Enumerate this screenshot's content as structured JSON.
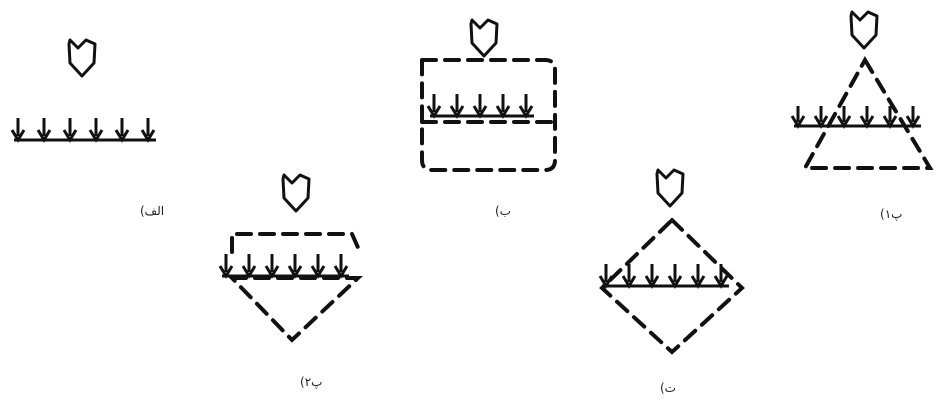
{
  "figure": {
    "panels": [
      {
        "id": "alef",
        "label": "الف)",
        "shape": "none"
      },
      {
        "id": "be",
        "label": "ب)",
        "shape": "rounded-rectangle"
      },
      {
        "id": "pe1",
        "label": "پ۱)",
        "shape": "triangle"
      },
      {
        "id": "pe2",
        "label": "پ۲)",
        "shape": "inverted-triangle"
      },
      {
        "id": "te",
        "label": "ت)",
        "shape": "diamond"
      }
    ]
  }
}
